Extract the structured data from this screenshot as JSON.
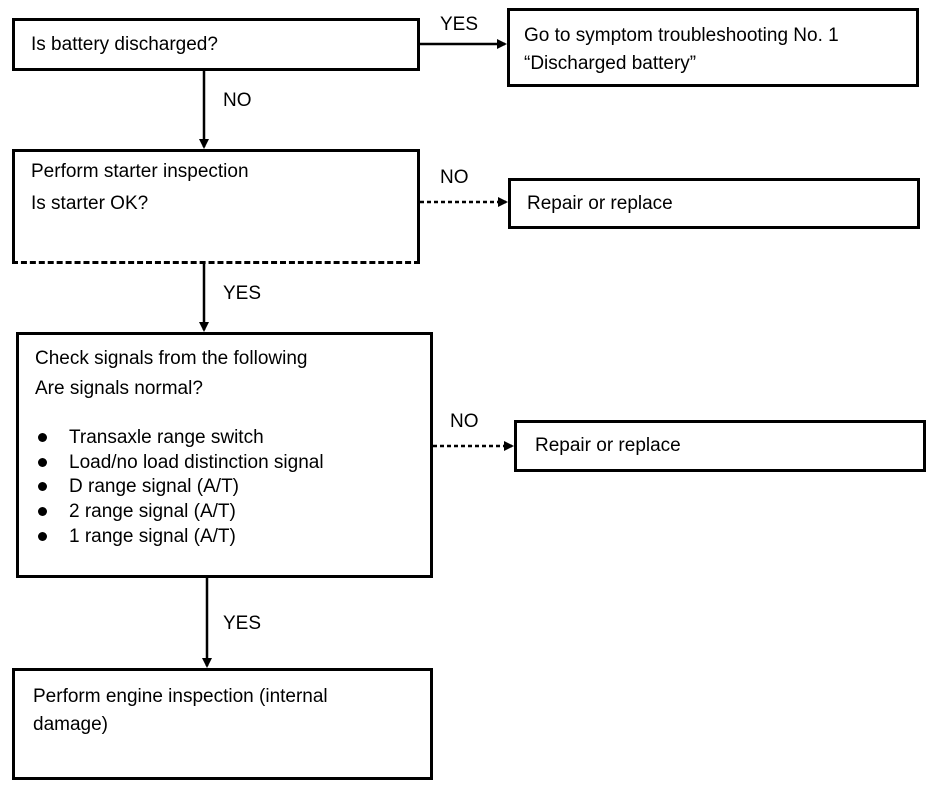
{
  "nodes": {
    "q_battery": {
      "lines": [
        "Is battery discharged?"
      ]
    },
    "goto_symptom": {
      "lines": [
        "Go to symptom troubleshooting No. 1",
        "“Discharged battery”"
      ]
    },
    "starter_inspection": {
      "lines": [
        "Perform starter inspection",
        "Is starter OK?"
      ]
    },
    "repair_1": {
      "lines": [
        "Repair or replace"
      ]
    },
    "check_signals": {
      "lines": [
        "Check signals from the following",
        "Are signals normal?"
      ],
      "bullets": [
        "Transaxle range switch",
        "Load/no load distinction signal",
        "D range signal (A/T)",
        "2 range signal (A/T)",
        "1 range signal (A/T)"
      ]
    },
    "repair_2": {
      "lines": [
        "Repair or replace"
      ]
    },
    "engine_inspection": {
      "lines": [
        "Perform engine inspection (internal",
        "damage)"
      ]
    }
  },
  "edges": {
    "battery_yes": "YES",
    "battery_no": "NO",
    "starter_no": "NO",
    "starter_yes": "YES",
    "signals_no": "NO",
    "signals_yes": "YES"
  }
}
